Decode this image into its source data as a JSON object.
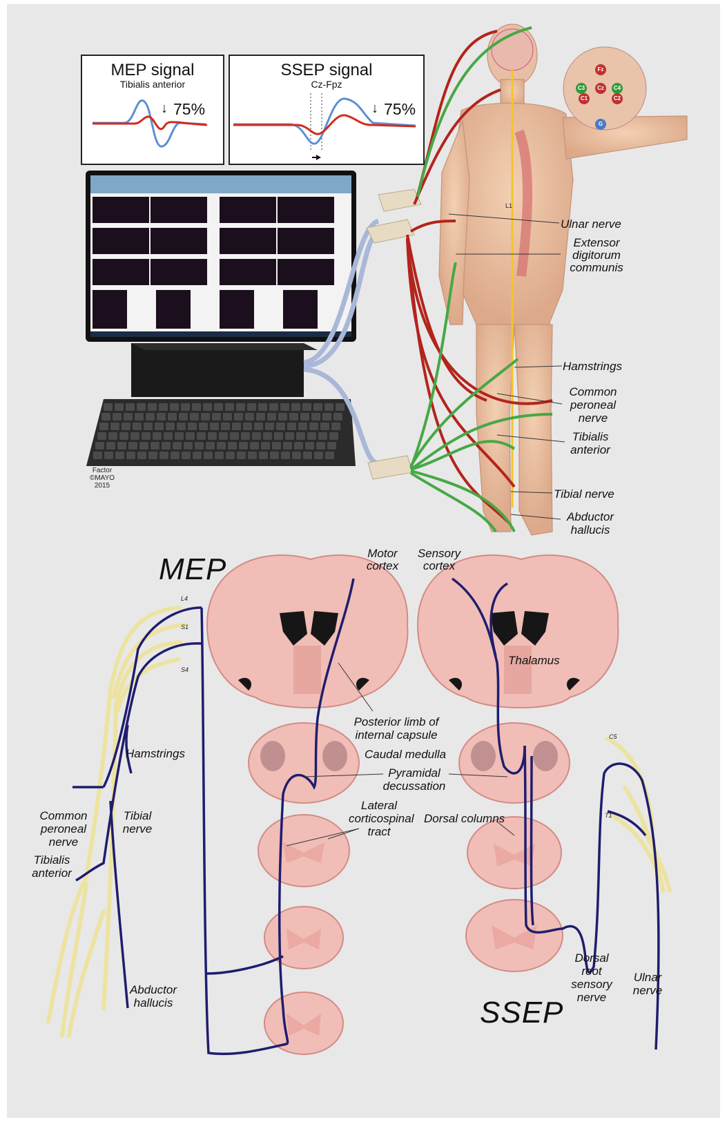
{
  "mep_box": {
    "title": "MEP signal",
    "subtitle": "Tibialis anterior",
    "drop": "75%"
  },
  "ssep_box": {
    "title": "SSEP signal",
    "subtitle": "Cz-Fpz",
    "drop": "75%"
  },
  "arrow_glyph": "↓",
  "credit": {
    "line1": "Factor",
    "line2": "©MAYO",
    "line3": "2015"
  },
  "upper_labels": {
    "l1": "L1",
    "ulnar_nerve": "Ulnar nerve",
    "edc_1": "Extensor",
    "edc_2": "digitorum",
    "edc_3": "communis",
    "hamstrings": "Hamstrings",
    "cpn_1": "Common",
    "cpn_2": "peroneal",
    "cpn_3": "nerve",
    "ta_1": "Tibialis",
    "ta_2": "anterior",
    "tibial_nerve": "Tibial nerve",
    "ah_1": "Abductor",
    "ah_2": "hallucis"
  },
  "electrodes": {
    "fz": "Fz",
    "c3": "C3",
    "c4": "C4",
    "cz": "Cz",
    "c1": "C1",
    "c2": "C2",
    "g": "G"
  },
  "mep_title": "MEP",
  "ssep_title": "SSEP",
  "lower_labels": {
    "motor_1": "Motor",
    "motor_2": "cortex",
    "sensory_1": "Sensory",
    "sensory_2": "cortex",
    "thalamus": "Thalamus",
    "plic_1": "Posterior limb of",
    "plic_2": "internal capsule",
    "caudal_medulla": "Caudal medulla",
    "pyr_1": "Pyramidal",
    "pyr_2": "decussation",
    "lct_1": "Lateral",
    "lct_2": "corticospinal",
    "lct_3": "tract",
    "dorsal_columns": "Dorsal columns",
    "hamstrings": "Hamstrings",
    "cpn_1": "Common",
    "cpn_2": "peroneal",
    "cpn_3": "nerve",
    "tib_1": "Tibial",
    "tib_2": "nerve",
    "ta_1": "Tibialis",
    "ta_2": "anterior",
    "ah_1": "Abductor",
    "ah_2": "hallucis",
    "drsn_1": "Dorsal",
    "drsn_2": "root",
    "drsn_3": "sensory",
    "drsn_4": "nerve",
    "ulnar_1": "Ulnar",
    "ulnar_2": "nerve"
  },
  "segments": {
    "l4": "L4",
    "s1": "S1",
    "s4": "S4",
    "c5": "C5",
    "t1": "T1"
  },
  "colors": {
    "background": "#e8e8e8",
    "mep_trace": "#d42a1e",
    "baseline_trace": "#5b8fd6",
    "motor_wire": "#b3241c",
    "sensory_wire": "#46a845",
    "tract": "#1f1d6e",
    "nerve": "#ede3a0",
    "brain": "#f1bdb7",
    "skin": "#efc6a5"
  }
}
